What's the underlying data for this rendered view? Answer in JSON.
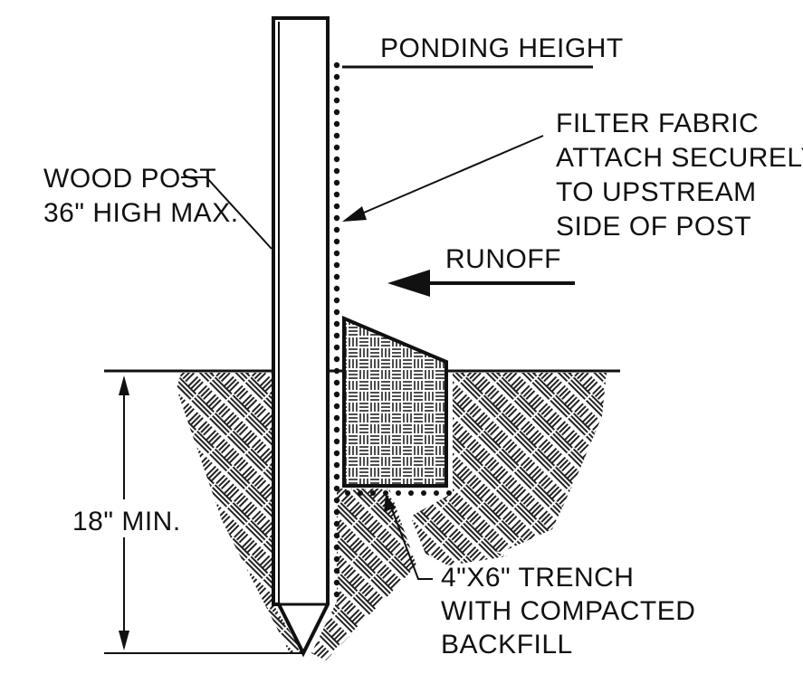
{
  "labels": {
    "ponding_height": "PONDING HEIGHT",
    "filter_fabric": [
      "FILTER FABRIC",
      "ATTACH SECURELY",
      "TO UPSTREAM",
      "SIDE OF POST"
    ],
    "wood_post": [
      "WOOD POST",
      "36\" HIGH MAX."
    ],
    "runoff": "RUNOFF",
    "depth": "18\" MIN.",
    "trench": [
      "4\"X6\" TRENCH",
      "WITH COMPACTED",
      "BACKFILL"
    ]
  },
  "colors": {
    "ink": "#111111",
    "hatch": "#222222",
    "background": "#ffffff"
  }
}
